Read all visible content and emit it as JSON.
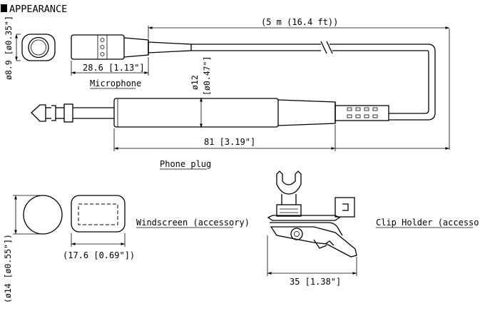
{
  "section_title": "APPEARANCE",
  "cable": {
    "length_label": "(5 m (16.4 ft))"
  },
  "microphone": {
    "label": "Microphone",
    "length_label": "28.6 [1.13\"]",
    "diameter_label": "ø8.9 [ø0.35\"]"
  },
  "phone_plug": {
    "label": "Phone plug",
    "length_label": "81 [3.19\"]",
    "diameter_label": "ø12",
    "diameter_label_in": "[ø0.47\"]"
  },
  "windscreen": {
    "label": "Windscreen (accessory)",
    "length_label": "(17.6 [0.69\"])",
    "diameter_label": "(ø14 [ø0.55\"])"
  },
  "clip_holder": {
    "label": "Clip Holder (accessory)",
    "length_label": "35 [1.38\"]"
  }
}
